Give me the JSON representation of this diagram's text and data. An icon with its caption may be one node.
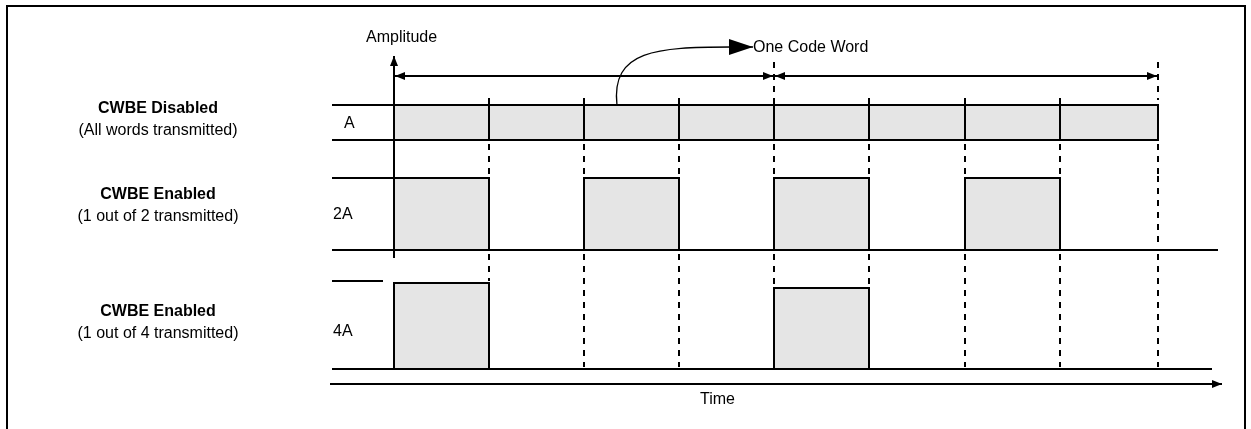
{
  "diagram": {
    "nodes": [
      {
        "text": [
          "One Code Word"
        ]
      },
      {
        "text": [],
        "shape": "box"
      }
    ],
    "edges": [
      {
        "from": 1,
        "to": 0,
        "arrow": "to"
      }
    ],
    "labels": [
      "Amplitude",
      "CWBE Disabled",
      "(All words transmitted)",
      "A",
      "CWBE Enabled",
      "(1 out of 2 transmitted)",
      "2A",
      "CWBE Enabled",
      "(1 out of 4 transmitted)",
      "4A",
      "Time"
    ]
  }
}
